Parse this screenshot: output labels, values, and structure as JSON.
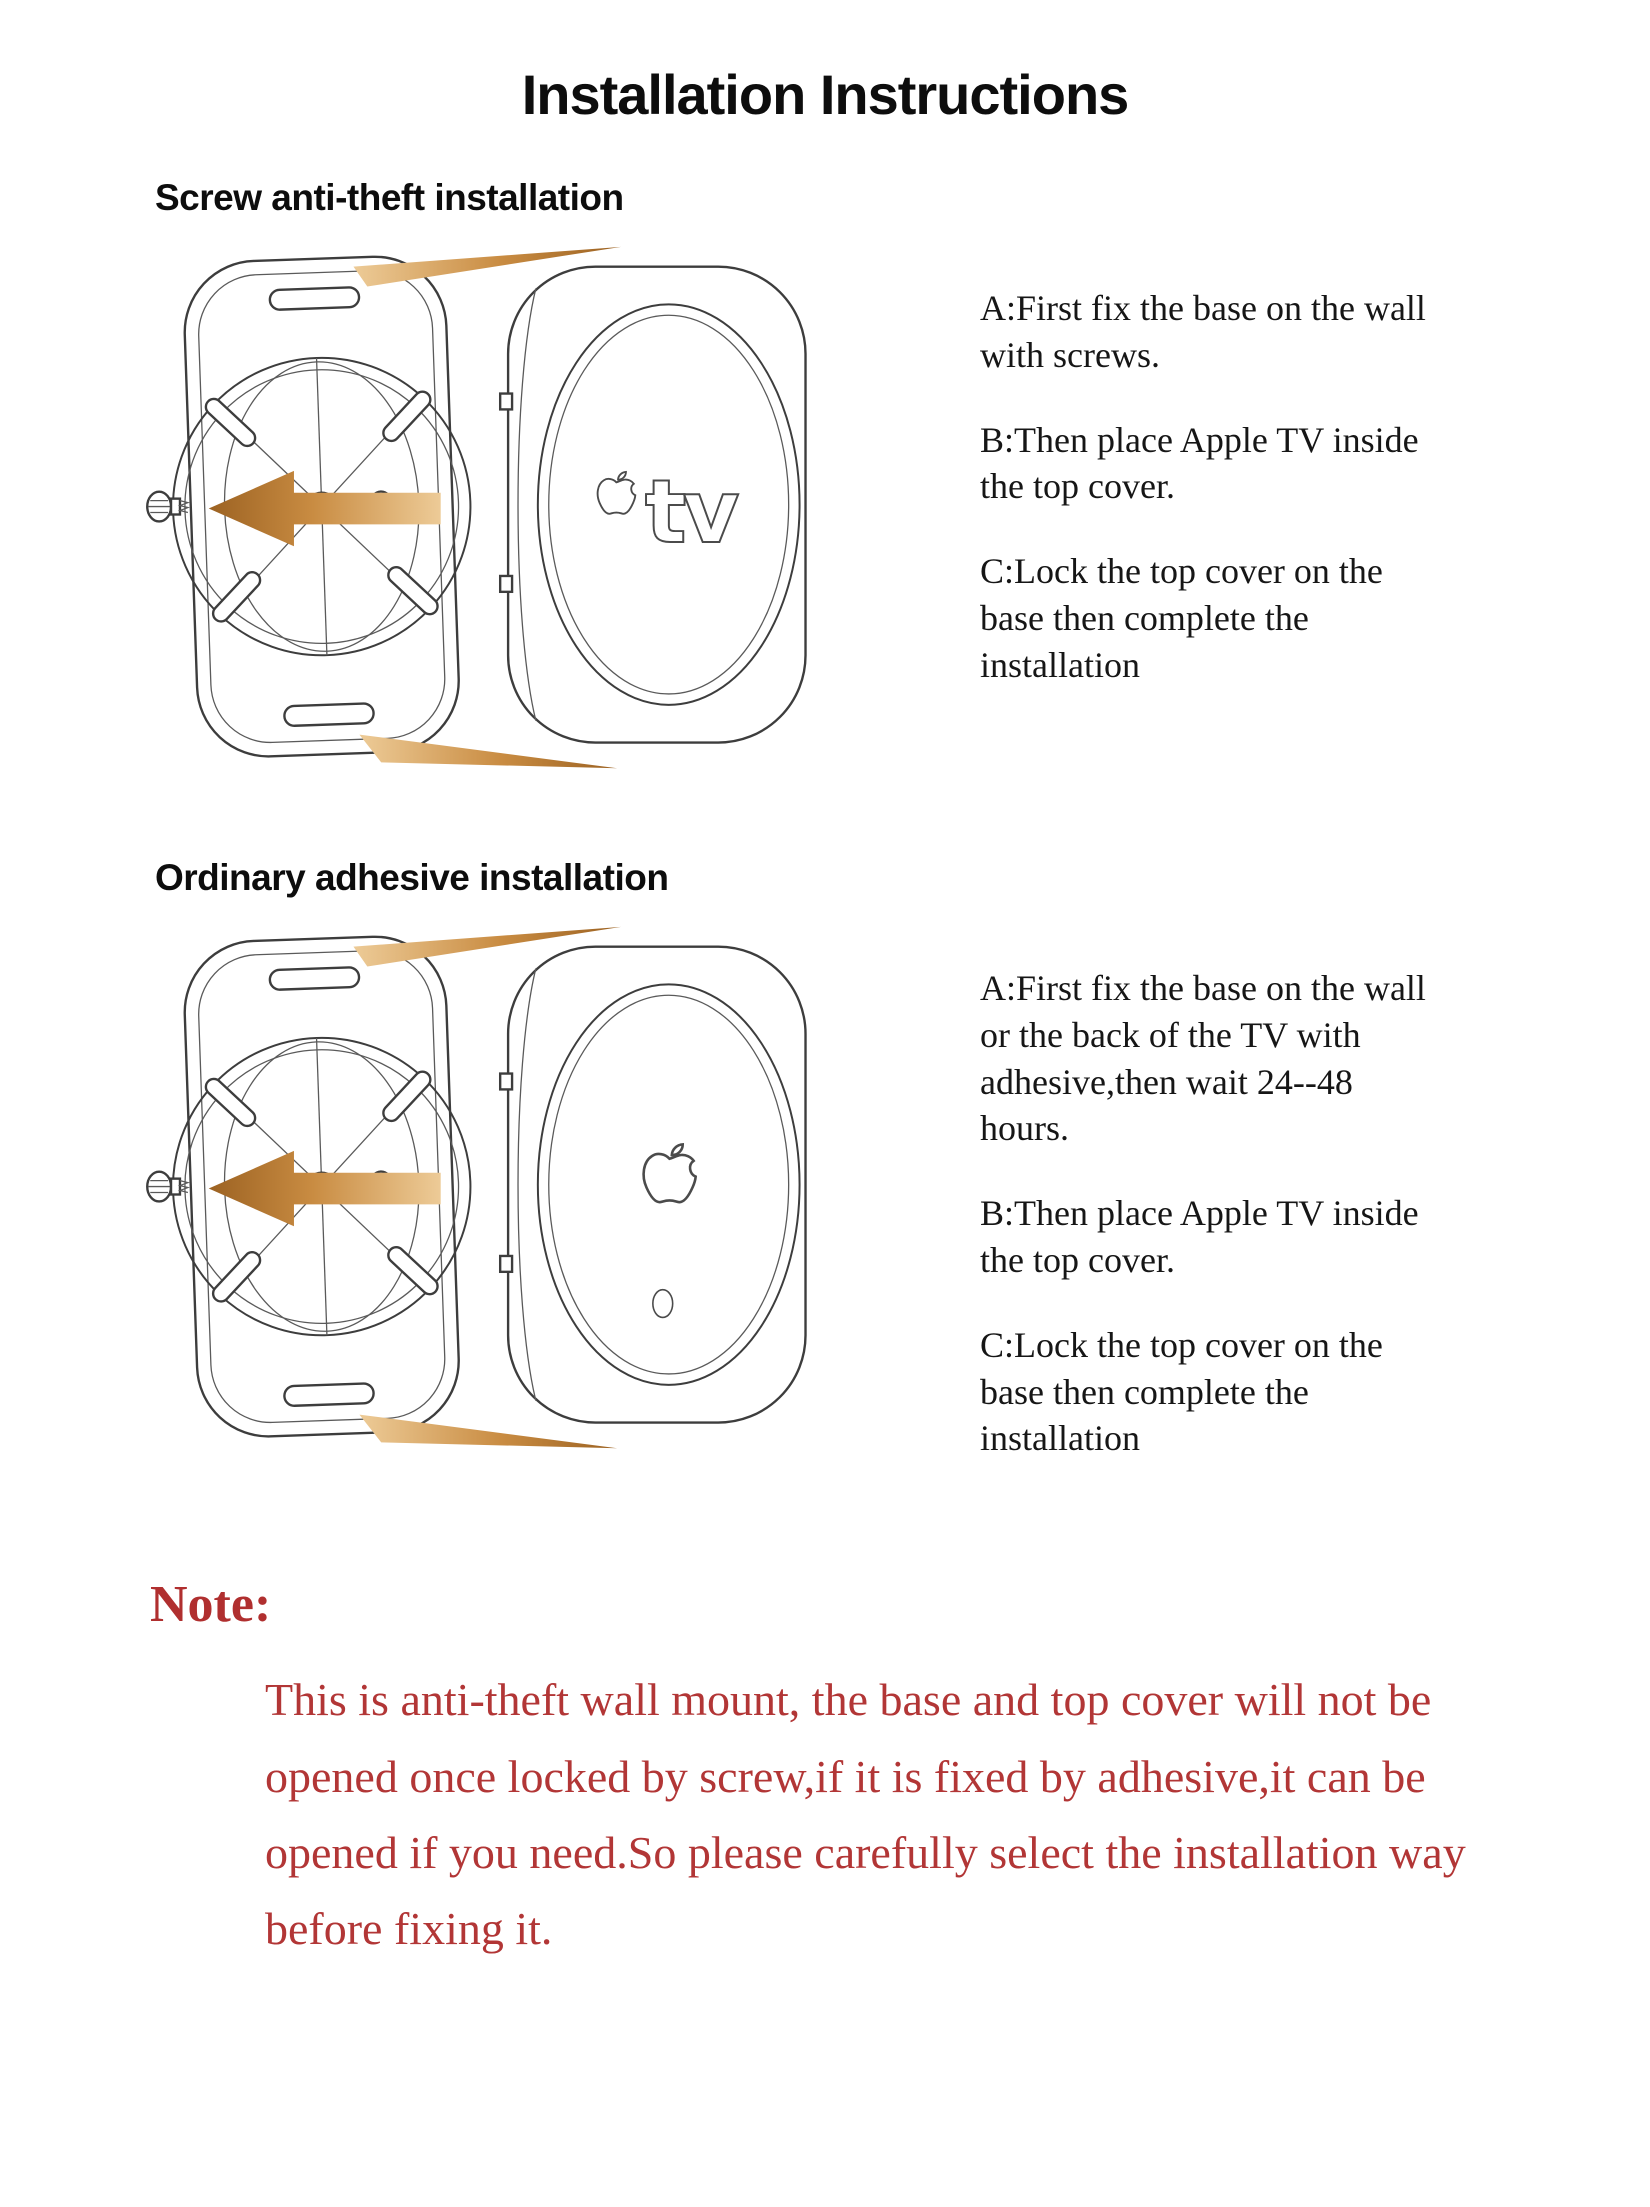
{
  "page": {
    "title": "Installation Instructions"
  },
  "sections": [
    {
      "heading": "Screw anti-theft installation",
      "steps": [
        "A:First fix the base on the wall with screws.",
        "B:Then place Apple TV inside the top cover.",
        "C:Lock the top cover on the base then complete the installation"
      ]
    },
    {
      "heading": "Ordinary adhesive installation",
      "steps": [
        "A:First fix the base on the wall or the back of the TV with adhesive,then wait 24--48 hours.",
        "B:Then place Apple TV inside the top cover.",
        "C:Lock the top cover on the base then complete the installation"
      ]
    }
  ],
  "note": {
    "label": "Note:",
    "text": "This is anti-theft wall mount, the base and top cover will not be opened once locked by screw,if it is fixed by adhesive,it can be opened if you need.So please carefully select the installation way before fixing it."
  },
  "illustrations": {
    "tv_label": "tv",
    "arrow_color": "#c98c42",
    "note_red": "#b23636",
    "line_color": "#3d3d3d"
  }
}
